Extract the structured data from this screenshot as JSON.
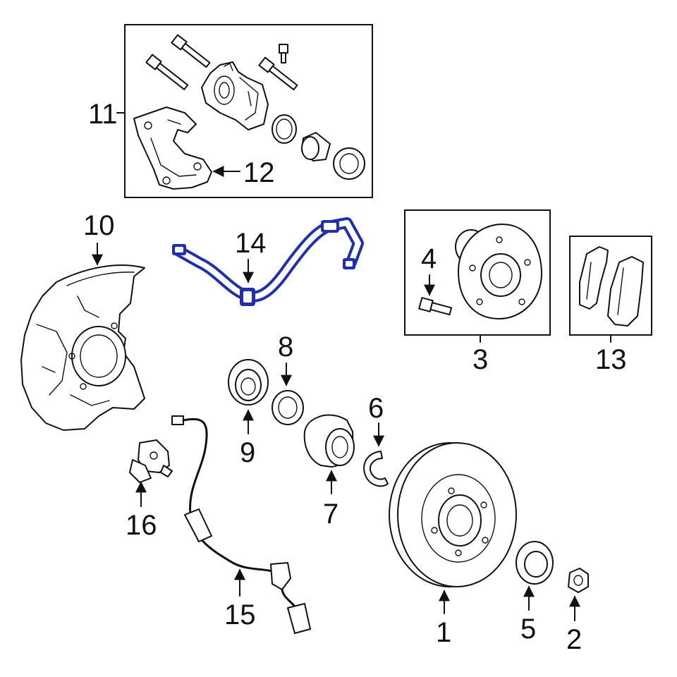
{
  "colors": {
    "line": "#111111",
    "highlight": "#1f2fb0",
    "background": "#ffffff"
  },
  "callouts": {
    "c1": "1",
    "c2": "2",
    "c3": "3",
    "c4": "4",
    "c5": "5",
    "c6": "6",
    "c7": "7",
    "c8": "8",
    "c9": "9",
    "c10": "10",
    "c11": "11",
    "c12": "12",
    "c13": "13",
    "c14": "14",
    "c15": "15",
    "c16": "16"
  },
  "highlighted_part": "14"
}
